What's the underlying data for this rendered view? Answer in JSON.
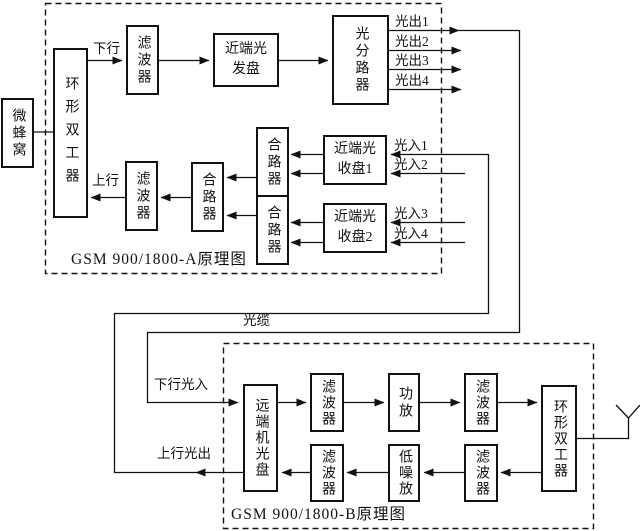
{
  "section_a": {
    "title": "GSM 900/1800-A原理图",
    "blocks": {
      "micro_cell": "微蜂窝",
      "ring_duplexer": "环形双工器",
      "filter_downlink": "滤波器",
      "near_end_optical_tx": "近端光\n发盘",
      "optical_splitter": "光分路器",
      "combiner_main": "合路器",
      "combiner_upper": "合路器",
      "combiner_lower": "合路器",
      "near_end_optical_rx1": "近端光\n收盘1",
      "near_end_optical_rx2": "近端光\n收盘2",
      "filter_uplink": "滤波器"
    },
    "labels": {
      "downlink": "下行",
      "uplink": "上行",
      "optical_out": [
        "光出1",
        "光出2",
        "光出3",
        "光出4"
      ],
      "optical_in": [
        "光入1",
        "光入2",
        "光入3",
        "光入4"
      ]
    }
  },
  "link": {
    "cable": "光缆",
    "downlink_optical_in": "下行光入",
    "uplink_optical_out": "上行光出"
  },
  "section_b": {
    "title": "GSM 900/1800-B原理图",
    "blocks": {
      "remote_optical_unit": "远端机光盘",
      "filter_tx_in": "滤波器",
      "power_amp": "功放",
      "filter_tx_out": "滤波器",
      "ring_duplexer": "环形双工器",
      "filter_rx_out": "滤波器",
      "low_noise_amp": "低噪放",
      "filter_rx_in": "滤波器"
    }
  },
  "colors": {
    "line": "#111111",
    "background": "#ffffff"
  }
}
